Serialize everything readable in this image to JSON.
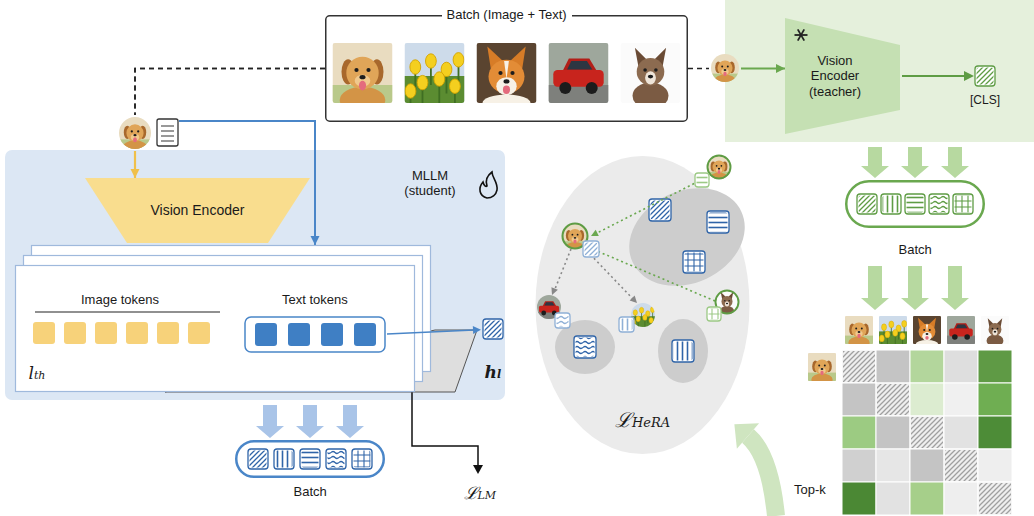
{
  "diagram": {
    "nodes": [
      {
        "text": [
          "Batch (Image + Text)"
        ]
      },
      {
        "text": [
          "Vision Encoder (teacher)"
        ]
      },
      {
        "text": [
          "MLLM (student)"
        ]
      },
      {
        "text": [
          "Vision Encoder"
        ],
        "in": 2
      },
      {
        "text": [
          "Image tokens",
          "Text tokens",
          "lth"
        ],
        "in": 2
      },
      {
        "text": [
          "Batch"
        ]
      },
      {
        "text": [
          "ℒHeRA"
        ]
      },
      {
        "text": [
          "Batch"
        ]
      }
    ],
    "edges": [
      {
        "from": 0,
        "to": 1,
        "arrow": "to"
      },
      {
        "from": 0,
        "to": 3,
        "arrow": "to"
      },
      {
        "from": 0,
        "to": 4,
        "arrow": "to"
      },
      {
        "from": 1,
        "to": 5,
        "arrow": "to"
      },
      {
        "from": 4,
        "to": 7,
        "arrow": "to"
      }
    ],
    "labels": [
      "[CLS]",
      "hl",
      "ℒLM",
      "Top-k"
    ]
  }
}
